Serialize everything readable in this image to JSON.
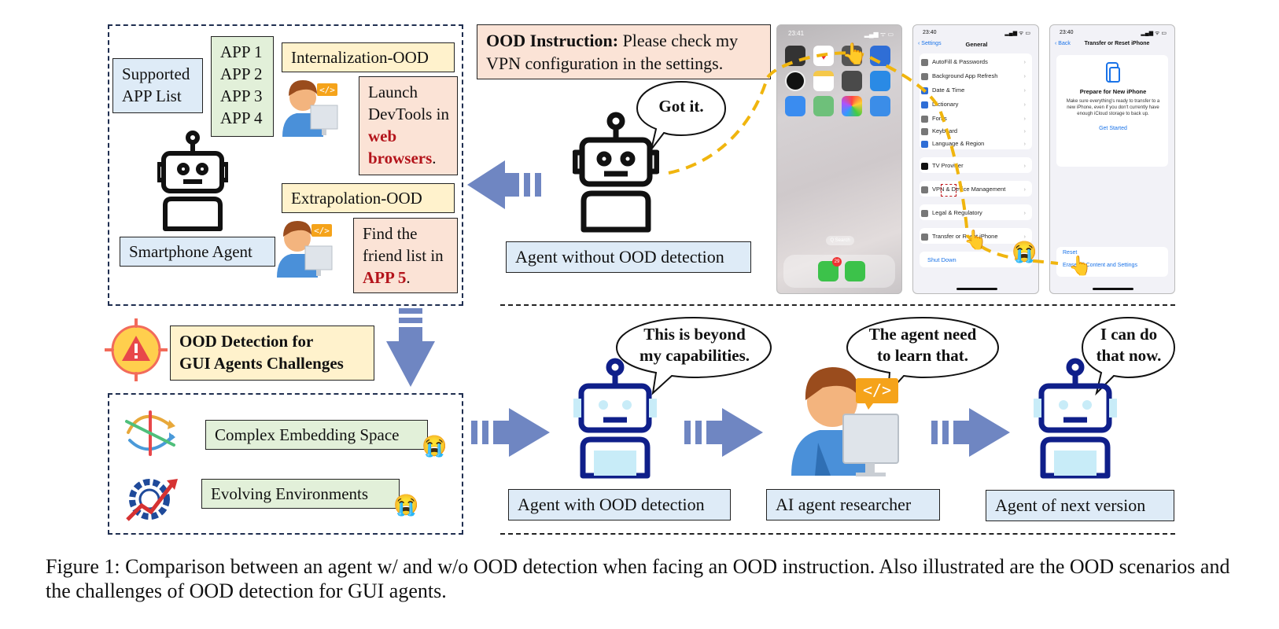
{
  "top_left": {
    "supported_label": "Supported\nAPP List",
    "apps": [
      "APP 1",
      "APP 2",
      "APP 3",
      "APP 4"
    ],
    "internalization_label": "Internalization-OOD",
    "task1_prefix": "Launch DevTools in ",
    "task1_highlight": "web browsers",
    "task1_suffix": ".",
    "extrapolation_label": "Extrapolation-OOD",
    "task2_prefix": "Find the friend list in ",
    "task2_highlight": "APP 5",
    "task2_suffix": ".",
    "agent_label": "Smartphone Agent"
  },
  "ood_instruction": {
    "label": "OOD Instruction:",
    "text": "Please check my VPN configuration in the settings."
  },
  "agent_without": {
    "bubble": "Got it.",
    "label": "Agent without OOD detection"
  },
  "screens": {
    "home_time": "23:41",
    "home_apps": [
      "Calculator",
      "Health",
      "Camera",
      "Weather",
      "Clock",
      "Notes",
      "Camera",
      "Files",
      "Mail",
      "Maps",
      "Photos",
      "Safari"
    ],
    "home_search": "Q Search",
    "phone_badge": "29",
    "general": {
      "time": "23:40",
      "back": "Settings",
      "title": "General",
      "rows_a": [
        "AutoFill & Passwords",
        "Background App Refresh",
        "Date & Time",
        "Dictionary",
        "Fonts",
        "Keyboard",
        "Language & Region"
      ],
      "rows_b": [
        "TV Provider"
      ],
      "rows_c": [
        "VPN & Device Management"
      ],
      "rows_d": [
        "Legal & Regulatory"
      ],
      "rows_e": [
        "Transfer or Reset iPhone"
      ],
      "shutdown": "Shut Down"
    },
    "transfer": {
      "time": "23:40",
      "back": "Back",
      "title": "Transfer or Reset iPhone",
      "heading": "Prepare for New iPhone",
      "body": "Make sure everything's ready to transfer to a new iPhone, even if you don't currently have enough iCloud storage to back up.",
      "link": "Get Started",
      "reset": "Reset",
      "erase": "Erase All Content and Settings"
    }
  },
  "challenges": {
    "title": "OOD Detection for\nGUI Agents Challenges",
    "items": [
      "Complex Embedding Space",
      "Evolving Environments"
    ]
  },
  "bottom": {
    "agent_with_bubble": "This is beyond\nmy capabilities.",
    "agent_with_label": "Agent with OOD detection",
    "researcher_bubble": "The agent need\nto learn that.",
    "researcher_label": "AI agent researcher",
    "next_bubble": "I can do\nthat now.",
    "next_label": "Agent of next version"
  },
  "caption": "Figure 1: Comparison between an agent w/ and w/o OOD detection when facing an OOD instruction. Also illustrated are the OOD scenarios and the challenges of OOD detection for GUI agents.",
  "colors": {
    "arrow": "#6f86c2",
    "robot_navy": "#0f1f8a",
    "robot_screen": "#c8ecf8",
    "green_box": "#e2f0d9",
    "blue_box": "#deebf7",
    "yellow_box": "#fff2cc",
    "pink_box": "#fbe3d6",
    "highlight_red": "#b4141b",
    "path_yellow": "#f0b50e"
  },
  "icons": [
    "robot-icon",
    "researcher-icon",
    "warning-icon",
    "embedding-arrows-icon",
    "evolving-gear-icon",
    "crying-emoji-icon",
    "pointing-hand-icon"
  ]
}
